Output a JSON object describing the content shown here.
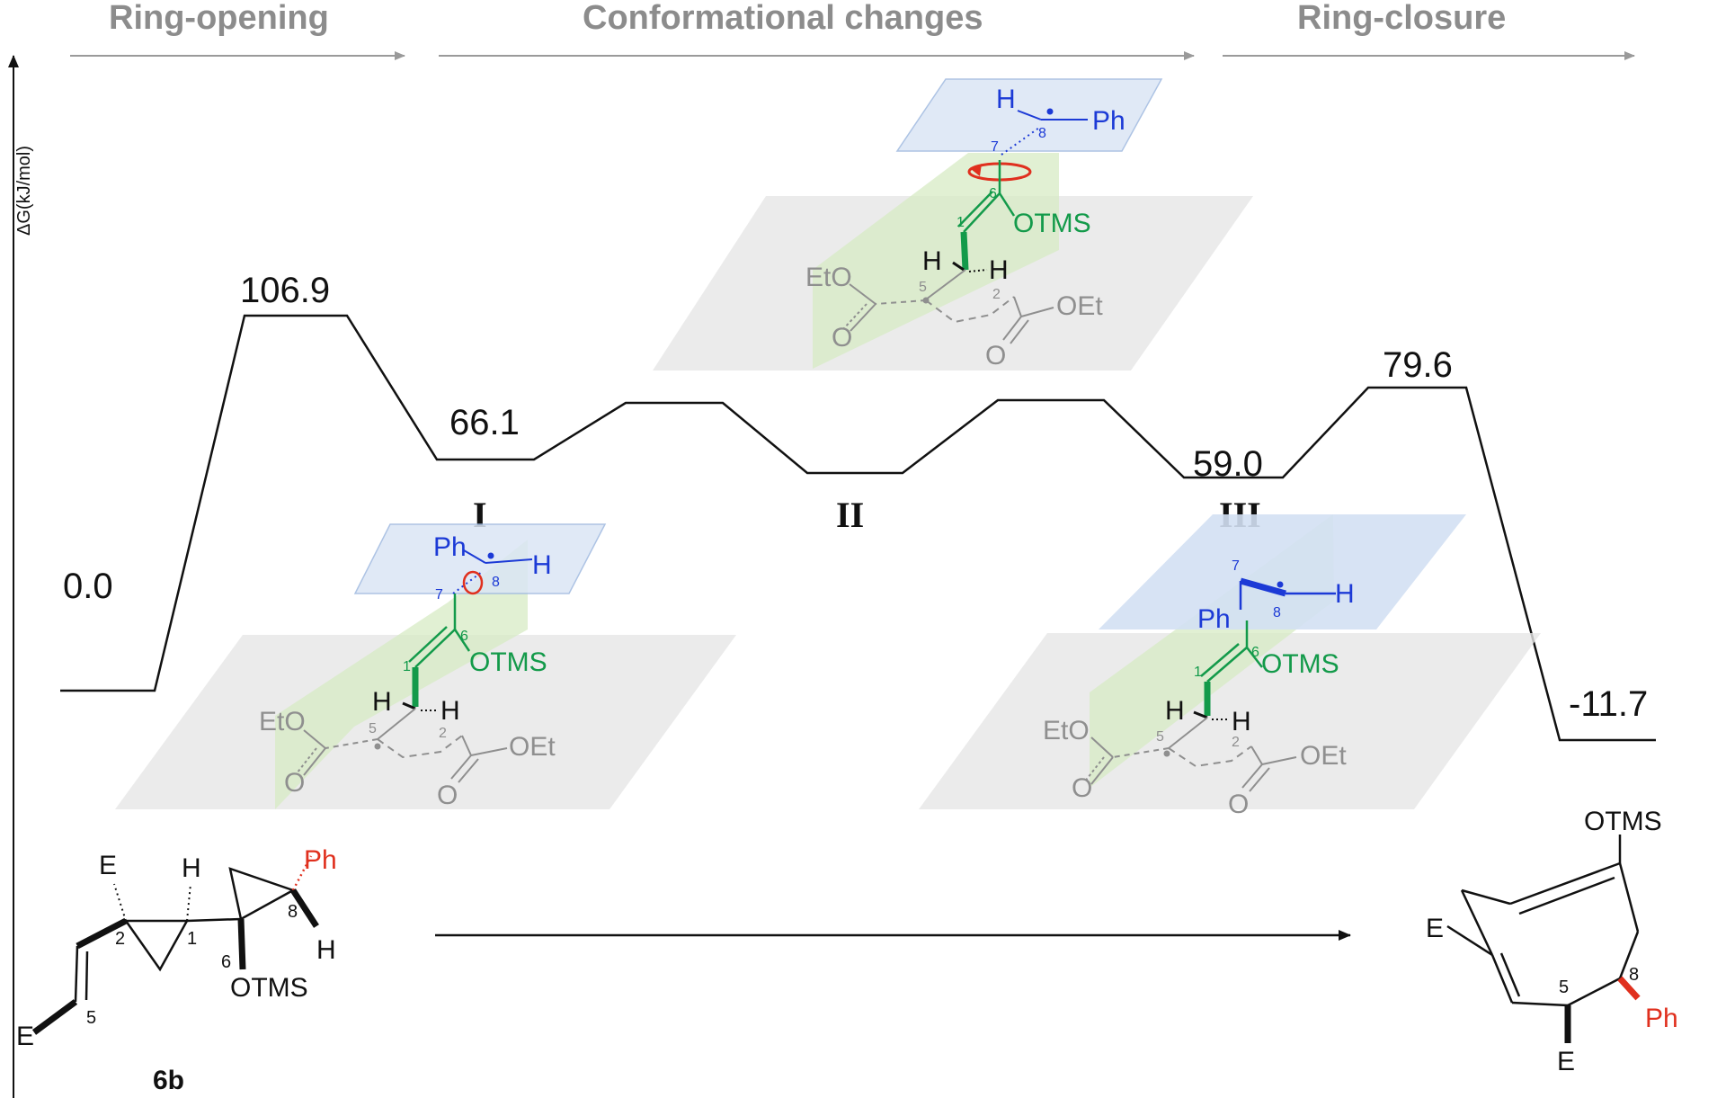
{
  "stages": {
    "ring_opening": "Ring-opening",
    "conformational": "Conformational changes",
    "ring_closure": "Ring-closure"
  },
  "axis": {
    "ylabel": "ΔG(kJ/mol)"
  },
  "energies": {
    "start": "0.0",
    "ts1": "106.9",
    "int1": "66.1",
    "int3": "59.0",
    "ts_close": "79.6",
    "product": "-11.7"
  },
  "intermediates": {
    "I": "I",
    "II": "II",
    "III": "III"
  },
  "compound": {
    "label": "6b"
  },
  "atoms": {
    "Ph": "Ph",
    "H": "H",
    "E": "E",
    "OTMS": "OTMS",
    "EtO": "EtO",
    "OEt": "OEt",
    "O": "O"
  },
  "locants": {
    "n1": "1",
    "n2": "2",
    "n5": "5",
    "n6": "6",
    "n7": "7",
    "n8": "8"
  },
  "colors": {
    "stage_text": "#8c8c8c",
    "profile": "#111111",
    "radical_blue": "#1c3ad6",
    "alkene_green": "#139a4a",
    "highlight_red": "#e0301e",
    "ester_grey": "#8f8f8f",
    "plane_grey": "#e6e6e6",
    "plane_green": "#d7ebc4",
    "plane_blue": "#dbe6f5"
  },
  "icons": [
    "rotation-arrow-icon",
    "reaction-arrow-icon",
    "stage-arrow-icon"
  ]
}
